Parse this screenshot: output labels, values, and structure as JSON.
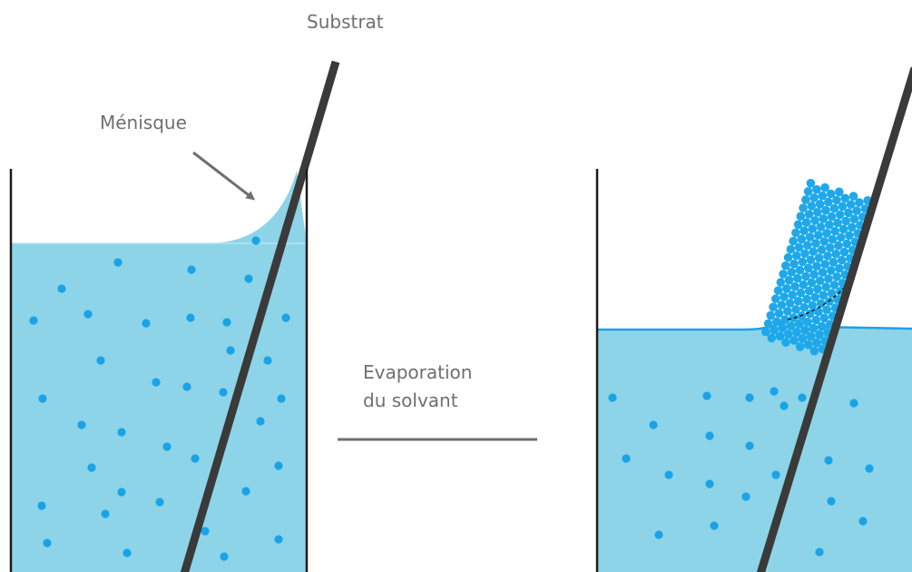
{
  "labels": {
    "substrate": "Substrat",
    "meniscus": "Ménisque",
    "process_line1": "Evaporation",
    "process_line2": "du solvant"
  },
  "colors": {
    "liquid": "#8dd4e8",
    "particle": "#1aa3e6",
    "substrate": "#3a3a3a",
    "beaker": "#1a1a1a",
    "arrow": "#6f6f6f",
    "text": "#6f6f6f",
    "surface_line": "#1aa3e6"
  },
  "icons": {
    "meniscus_pointer": "arrow-icon"
  }
}
